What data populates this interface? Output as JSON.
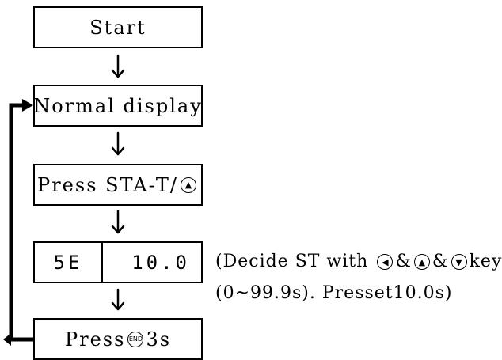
{
  "boxes": {
    "start": "Start",
    "normal_display": "Normal display",
    "press_sta": {
      "text": "Press STA-T/",
      "icon": "up-triangle-button"
    },
    "display": {
      "left": "5E",
      "right": "10.0"
    },
    "press_end": {
      "prefix": "Press",
      "icon_label": "END",
      "suffix": "3s"
    }
  },
  "note": {
    "line1_prefix": "(Decide ST with ",
    "line1_suffix": "key",
    "icons": [
      "left-triangle-button",
      "up-triangle-button",
      "down-triangle-button"
    ],
    "separator": "&",
    "line2": "(0~99.9s). Presset10.0s)"
  },
  "glyphs": {
    "left": "◀",
    "up": "▲",
    "down": "▼"
  }
}
